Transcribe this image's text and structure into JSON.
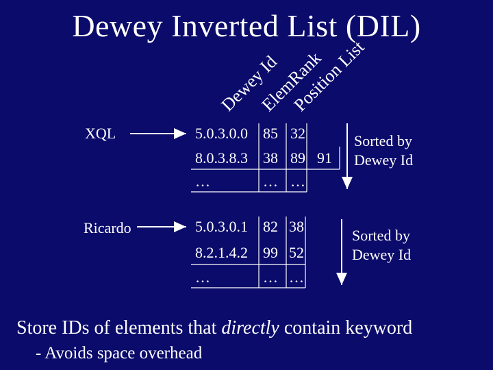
{
  "title": "Dewey Inverted List (DIL)",
  "column_headers": [
    "Dewey Id",
    "ElemRank",
    "Position List"
  ],
  "lists": [
    {
      "keyword": "XQL",
      "rows": [
        [
          "5.0.3.0.0",
          "85",
          "32",
          ""
        ],
        [
          "8.0.3.8.3",
          "38",
          "89",
          "91"
        ],
        [
          "…",
          "…",
          "…",
          ""
        ]
      ],
      "sort_note": [
        "Sorted by",
        "Dewey Id"
      ]
    },
    {
      "keyword": "Ricardo",
      "rows": [
        [
          "5.0.3.0.1",
          "82",
          "38",
          ""
        ],
        [
          "8.2.1.4.2",
          "99",
          "52",
          ""
        ],
        [
          "…",
          "…",
          "…",
          ""
        ]
      ],
      "sort_note": [
        "Sorted by",
        "Dewey Id"
      ]
    }
  ],
  "footer": {
    "line1_prefix": "Store IDs of elements that",
    "line1_emphasis": "directly",
    "line1_suffix": "contain keyword",
    "line2": "- Avoids space overhead"
  },
  "colors": {
    "background": "#0b0b6b",
    "foreground": "#ffffff"
  }
}
